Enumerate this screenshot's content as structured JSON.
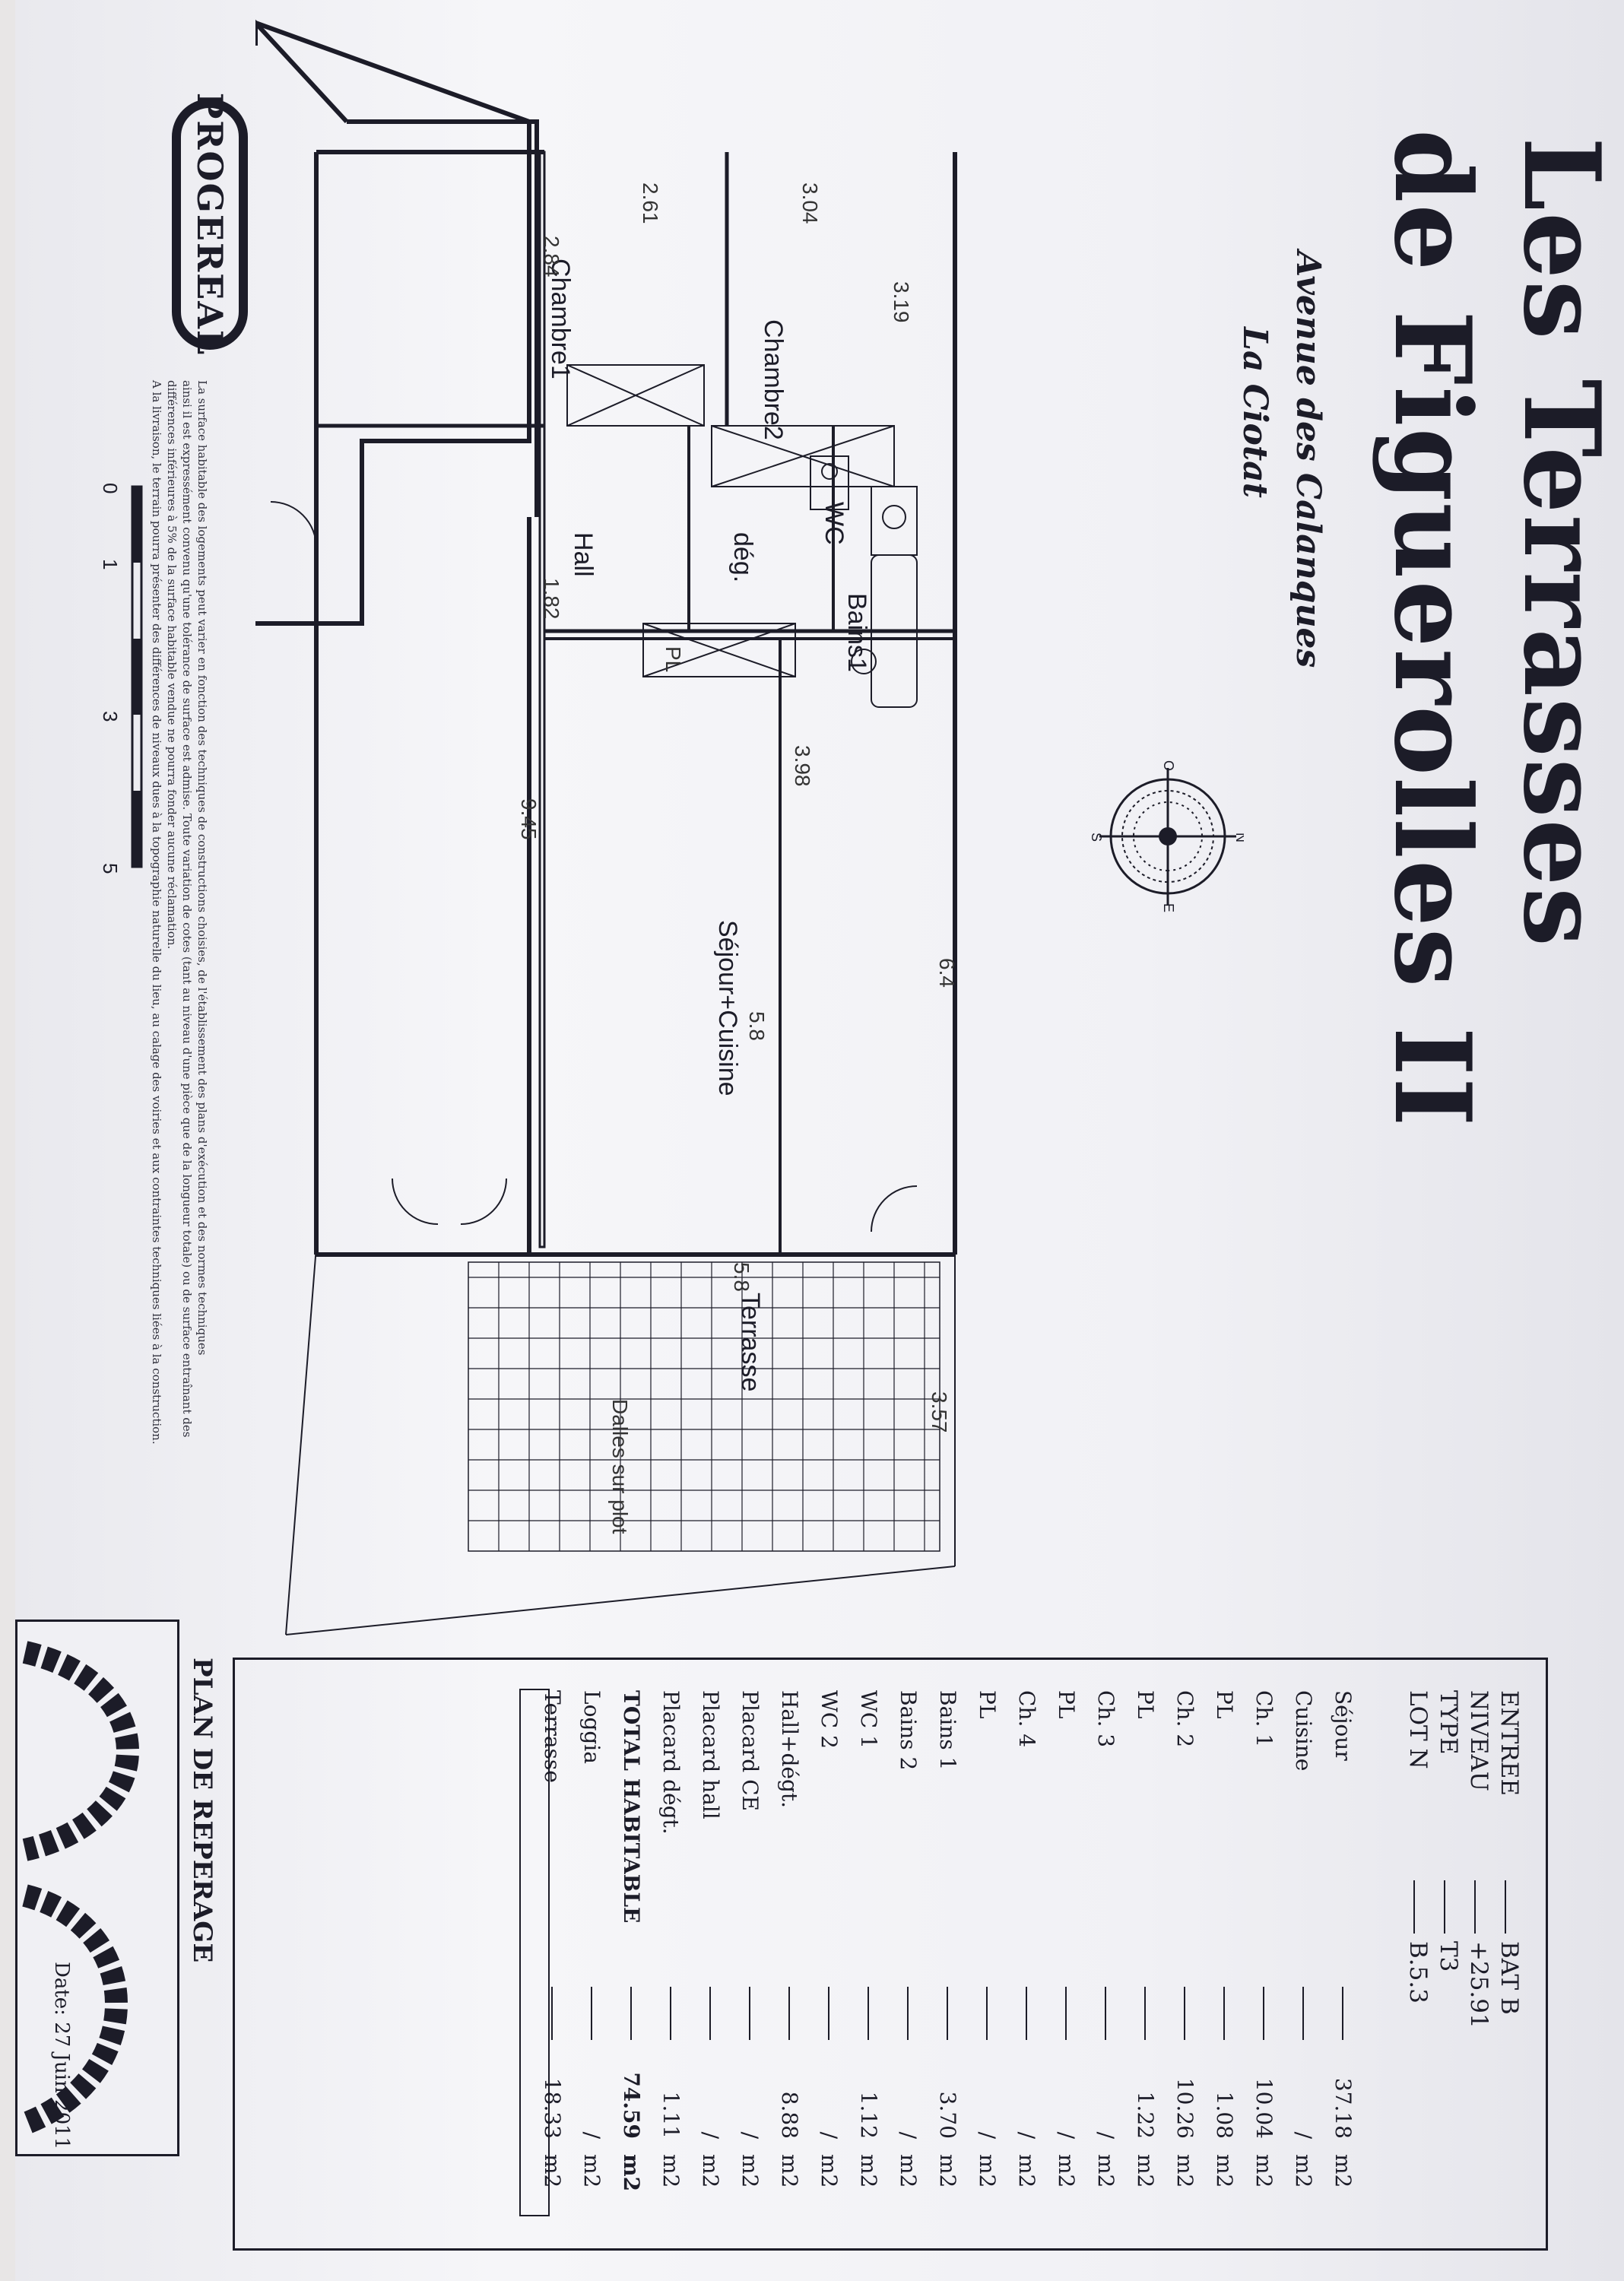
{
  "document": {
    "title_line1": "Les Terrasses",
    "title_line2": "de Figuerolles II",
    "address_line1": "Avenue des Calanques",
    "address_line2": "La Ciotat",
    "logo_text": "PROGEREAL",
    "legal_line1": "La surface habitable des logements peut varier en fonction des techniques de constructions choisies, de l'établissement des plans d'exécution et des normes techniques",
    "legal_line2": "ainsi il est expressément convenu qu'une tolérance de surface est admise. Toute variation de cotes (tant au niveau d'une pièce que de la longueur totale) ou de surface entraînant des",
    "legal_line3": "différences inférieures à 5% de la surface habitable vendue ne pourra fonder aucune réclamation.",
    "legal_line4": "A la livraison, le terrain pourra présenter des différences de niveaux dues à la topographie naturelle du lieu, au calage des voiries et aux contraintes techniques liées à la construction.",
    "date": "Date: 27 Juin 2011",
    "plan_de_reperage": "PLAN DE REPERAGE"
  },
  "plan": {
    "rooms": {
      "chambre1": "Chambre1",
      "chambre2": "Chambre2",
      "hall": "Hall",
      "deg": "dég.",
      "wc": "WC",
      "bains": "Bains1",
      "sejour": "Séjour+Cuisine",
      "terrasse": "Terrasse",
      "pl": "PL",
      "dalles": "Dalles sur plot"
    },
    "dimensions": {
      "d1": "2.61",
      "d2": "3.04",
      "d3": "2.84",
      "d4": "3.19",
      "d5": "1.82",
      "d6": "3.98",
      "d7": "9.45",
      "d8": "6.4",
      "d9": "5.8",
      "d10": "5.8",
      "d11": "3.57"
    },
    "compass": {
      "n": "N",
      "s": "S",
      "e": "E",
      "o": "O"
    },
    "scale": {
      "t0": "0",
      "t1": "1",
      "t3": "3",
      "t5": "5"
    }
  },
  "summary": {
    "header": [
      {
        "label": "ENTREE",
        "value": "BAT B"
      },
      {
        "label": "NIVEAU",
        "value": "+25.91"
      },
      {
        "label": "TYPE",
        "value": "T3"
      },
      {
        "label": "LOT N",
        "value": "B.5.3"
      }
    ],
    "areas": [
      {
        "label": "Séjour",
        "value": "37.18",
        "unit": "m2"
      },
      {
        "label": "Cuisine",
        "value": "/",
        "unit": "m2"
      },
      {
        "label": "Ch. 1",
        "value": "10.04",
        "unit": "m2"
      },
      {
        "label": "PL",
        "value": "1.08",
        "unit": "m2"
      },
      {
        "label": "Ch. 2",
        "value": "10.26",
        "unit": "m2"
      },
      {
        "label": "PL",
        "value": "1.22",
        "unit": "m2"
      },
      {
        "label": "Ch. 3",
        "value": "/",
        "unit": "m2"
      },
      {
        "label": "PL",
        "value": "/",
        "unit": "m2"
      },
      {
        "label": "Ch. 4",
        "value": "/",
        "unit": "m2"
      },
      {
        "label": "PL",
        "value": "/",
        "unit": "m2"
      },
      {
        "label": "Bains 1",
        "value": "3.70",
        "unit": "m2"
      },
      {
        "label": "Bains 2",
        "value": "/",
        "unit": "m2"
      },
      {
        "label": "WC 1",
        "value": "1.12",
        "unit": "m2"
      },
      {
        "label": "WC 2",
        "value": "/",
        "unit": "m2"
      },
      {
        "label": "Hall+dégt.",
        "value": "8.88",
        "unit": "m2"
      },
      {
        "label": "Placard CE",
        "value": "/",
        "unit": "m2"
      },
      {
        "label": "Placard hall",
        "value": "/",
        "unit": "m2"
      },
      {
        "label": "Placard dégt.",
        "value": "1.11",
        "unit": "m2"
      },
      {
        "label": "TOTAL HABITABLE",
        "value": "74.59",
        "unit": "m2"
      },
      {
        "label": "Loggia",
        "value": "/",
        "unit": "m2"
      },
      {
        "label": "Terrasse",
        "value": "18.33",
        "unit": "m2"
      }
    ]
  }
}
